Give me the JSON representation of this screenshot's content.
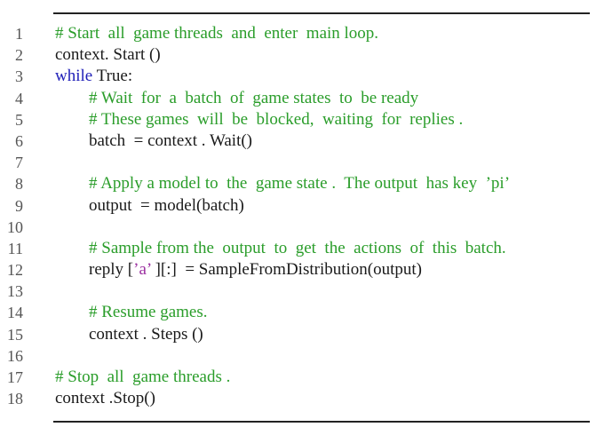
{
  "listing": {
    "lines": [
      {
        "number": "1",
        "indent": false,
        "tokens": [
          {
            "text": "# Start  all  game threads  and  enter  main loop.",
            "kind": "comment"
          }
        ]
      },
      {
        "number": "2",
        "indent": false,
        "tokens": [
          {
            "text": "context. Start ()",
            "kind": "plain"
          }
        ]
      },
      {
        "number": "3",
        "indent": false,
        "tokens": [
          {
            "text": "while",
            "kind": "keyword"
          },
          {
            "text": " True:",
            "kind": "plain"
          }
        ]
      },
      {
        "number": "4",
        "indent": true,
        "tokens": [
          {
            "text": "# Wait  for  a  batch  of  game states  to  be ready",
            "kind": "comment"
          }
        ]
      },
      {
        "number": "5",
        "indent": true,
        "tokens": [
          {
            "text": "# These games  will  be  blocked,  waiting  for  replies .",
            "kind": "comment"
          }
        ]
      },
      {
        "number": "6",
        "indent": true,
        "tokens": [
          {
            "text": "batch  = context . Wait()",
            "kind": "plain"
          }
        ]
      },
      {
        "number": "7",
        "indent": false,
        "tokens": []
      },
      {
        "number": "8",
        "indent": true,
        "tokens": [
          {
            "text": "# Apply a model to  the  game state .  The output  has key  ’pi’",
            "kind": "comment"
          }
        ]
      },
      {
        "number": "9",
        "indent": true,
        "tokens": [
          {
            "text": "output  = model(batch)",
            "kind": "plain"
          }
        ]
      },
      {
        "number": "10",
        "indent": false,
        "tokens": []
      },
      {
        "number": "11",
        "indent": true,
        "tokens": [
          {
            "text": "# Sample from the  output  to  get  the  actions  of  this  batch.",
            "kind": "comment"
          }
        ]
      },
      {
        "number": "12",
        "indent": true,
        "tokens": [
          {
            "text": "reply [",
            "kind": "plain"
          },
          {
            "text": "’a’",
            "kind": "string"
          },
          {
            "text": " ][:]  = SampleFromDistribution(output)",
            "kind": "plain"
          }
        ]
      },
      {
        "number": "13",
        "indent": false,
        "tokens": []
      },
      {
        "number": "14",
        "indent": true,
        "tokens": [
          {
            "text": "# Resume games.",
            "kind": "comment"
          }
        ]
      },
      {
        "number": "15",
        "indent": true,
        "tokens": [
          {
            "text": "context . Steps ()",
            "kind": "plain"
          }
        ]
      },
      {
        "number": "16",
        "indent": false,
        "tokens": []
      },
      {
        "number": "17",
        "indent": false,
        "tokens": [
          {
            "text": "# Stop  all  game threads .",
            "kind": "comment"
          }
        ]
      },
      {
        "number": "18",
        "indent": false,
        "tokens": [
          {
            "text": "context .Stop()",
            "kind": "plain"
          }
        ]
      }
    ]
  },
  "colors": {
    "comment": "#2a9d2a",
    "keyword": "#1f1fb8",
    "string": "#9b2fa0",
    "plain": "#1a1a1a",
    "rule": "#222222"
  }
}
